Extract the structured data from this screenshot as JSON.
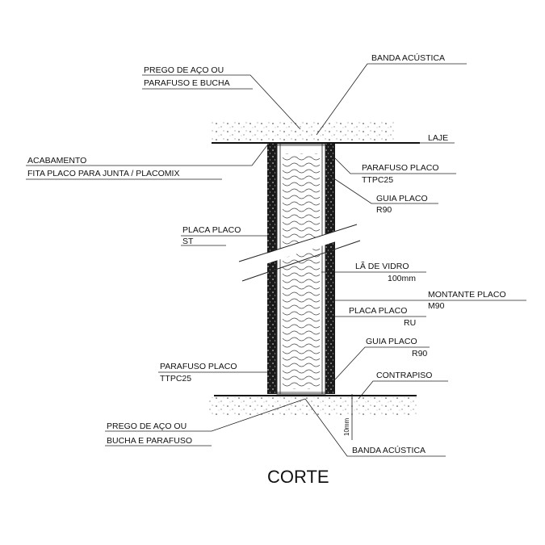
{
  "title": "CORTE",
  "labels": {
    "prego_top_1": "PREGO DE AÇO OU",
    "prego_top_2": "PARAFUSO E BUCHA",
    "banda_top": "BANDA ACÚSTICA",
    "laje": "LAJE",
    "acabamento_1": "ACABAMENTO",
    "acabamento_2": "FITA PLACO PARA JUNTA / PLACOMIX",
    "parafuso_r_1": "PARAFUSO PLACO",
    "parafuso_r_2": "TTPC25",
    "guia_top_1": "GUIA PLACO",
    "guia_top_2": "R90",
    "placa_st_1": "PLACA PLACO",
    "placa_st_2": "ST",
    "la_1": "LÃ DE VIDRO",
    "la_2": "100mm",
    "montante_1": "MONTANTE PLACO",
    "montante_2": "M90",
    "placa_ru_1": "PLACA PLACO",
    "placa_ru_2": "RU",
    "guia_bot_1": "GUIA PLACO",
    "guia_bot_2": "R90",
    "parafuso_l_1": "PARAFUSO PLACO",
    "parafuso_l_2": "TTPC25",
    "contrapiso": "CONTRAPISO",
    "prego_bot_1": "PREGO DE AÇO OU",
    "prego_bot_2": "BUCHA E PARAFUSO",
    "banda_bot": "BANDA ACÚSTICA",
    "dim": "10mm"
  }
}
